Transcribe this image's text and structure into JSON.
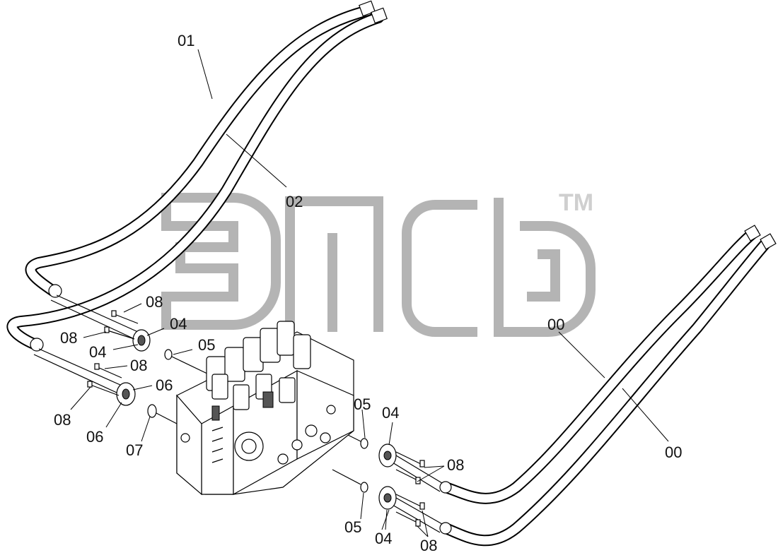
{
  "diagram": {
    "watermark": {
      "logo_text": "ЭПСБ",
      "trademark": "TM"
    },
    "labels": [
      {
        "id": "01",
        "text": "01"
      },
      {
        "id": "02",
        "text": "02"
      },
      {
        "id": "00a",
        "text": "00"
      },
      {
        "id": "00b",
        "text": "00"
      },
      {
        "id": "08a",
        "text": "08"
      },
      {
        "id": "04a",
        "text": "04"
      },
      {
        "id": "08b",
        "text": "08"
      },
      {
        "id": "04b",
        "text": "04"
      },
      {
        "id": "05a",
        "text": "05"
      },
      {
        "id": "08c",
        "text": "08"
      },
      {
        "id": "06a",
        "text": "06"
      },
      {
        "id": "08d",
        "text": "08"
      },
      {
        "id": "06b",
        "text": "06"
      },
      {
        "id": "07",
        "text": "07"
      },
      {
        "id": "05b",
        "text": "05"
      },
      {
        "id": "04c",
        "text": "04"
      },
      {
        "id": "08e",
        "text": "08"
      },
      {
        "id": "05c",
        "text": "05"
      },
      {
        "id": "04d",
        "text": "04"
      },
      {
        "id": "08f",
        "text": "08"
      }
    ]
  }
}
